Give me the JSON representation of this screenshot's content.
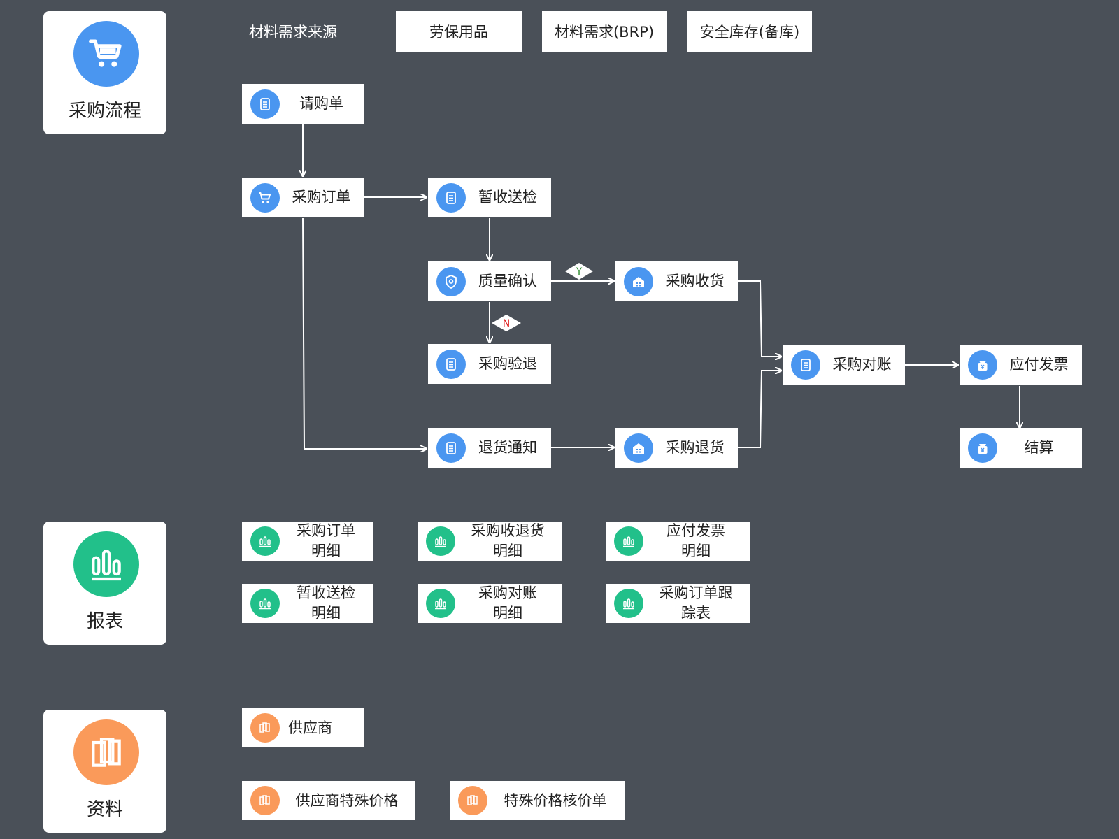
{
  "sidebar": {
    "procurement": {
      "title": "采购流程",
      "icon": "shopping-cart-icon",
      "color": "#4a96f0"
    },
    "reports": {
      "title": "报表",
      "icon": "bar-chart-icon",
      "color": "#22c08a"
    },
    "master_data": {
      "title": "资料",
      "icon": "documents-icon",
      "color": "#fa9a5a"
    }
  },
  "sources": {
    "label": "材料需求来源",
    "items": [
      "劳保用品",
      "材料需求(BRP)",
      "安全库存(备库)"
    ]
  },
  "flow": {
    "purchase_request": "请购单",
    "purchase_order": "采购订单",
    "temp_inspection": "暂收送检",
    "quality_check": "质量确认",
    "purchase_receipt": "采购收货",
    "inspection_return": "采购验退",
    "return_notice": "退货通知",
    "purchase_return": "采购退货",
    "reconciliation": "采购对账",
    "payable_invoice": "应付发票",
    "settlement": "结算",
    "decision_yes": "Y",
    "decision_no": "N"
  },
  "reports": [
    {
      "line1": "采购订单",
      "line2": "明细"
    },
    {
      "line1": "采购收退货",
      "line2": "明细"
    },
    {
      "line1": "应付发票",
      "line2": "明细"
    },
    {
      "line1": "暂收送检",
      "line2": "明细"
    },
    {
      "line1": "采购对账",
      "line2": "明细"
    },
    {
      "line1": "采购订单跟",
      "line2": "踪表"
    }
  ],
  "master_data": [
    "供应商",
    "供应商特殊价格",
    "特殊价格核价单"
  ],
  "colors": {
    "background": "#4a5058",
    "flow_icon": "#4a96f0",
    "report_icon": "#22c08a",
    "data_icon": "#fa9a5a",
    "yes_label": "#2a8a2a",
    "no_label": "#e02020"
  }
}
